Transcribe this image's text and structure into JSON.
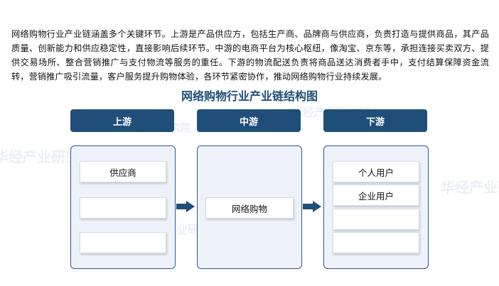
{
  "intro": "网络购物行业产业链涵盖多个关键环节。上游是产品供应方，包括生产商、品牌商与供应商，负责打造与提供商品，其产品质量、创新能力和供应稳定性，直接影响后续环节。中游的电商平台为核心枢纽，像淘宝、京东等，承担连接买卖双方、提供交易场所、整合营销推广与支付物流等服务的重任。下游的物流配送负责将商品送达消费者手中，支付结算保障资金流转，营销推广吸引流量，客户服务提升购物体验，各环节紧密协作，推动网络购物行业持续发展。",
  "diagram": {
    "title": "网络购物行业产业链结构图",
    "upstream": {
      "label": "上游",
      "items": [
        "供应商",
        "",
        ""
      ]
    },
    "midstream": {
      "label": "中游",
      "items": [
        "网络购物"
      ]
    },
    "downstream": {
      "label": "下游",
      "items": [
        "个人用户",
        "企业用户",
        "",
        ""
      ]
    }
  },
  "watermark": "华经产业研究院",
  "colors": {
    "header": "#1f4e79",
    "panel": "#eef3fb",
    "border": "#2f5597"
  }
}
